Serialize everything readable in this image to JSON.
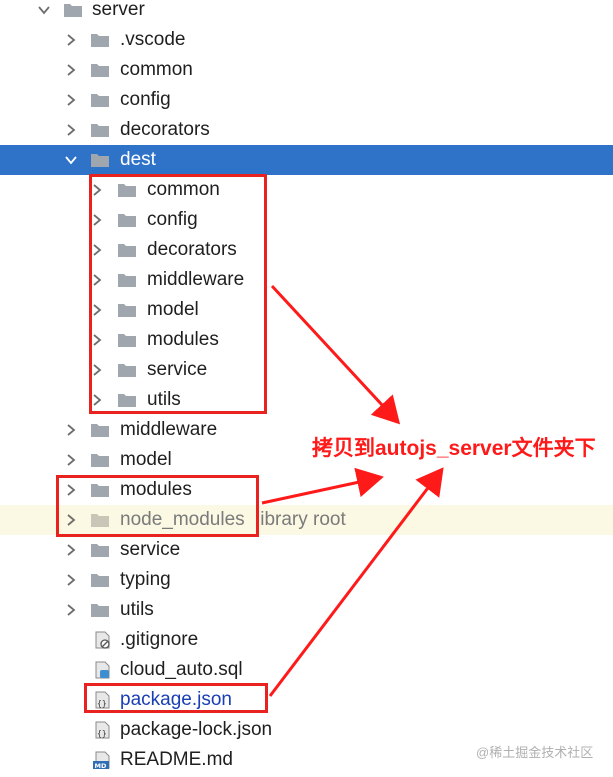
{
  "tree": [
    {
      "label": "server",
      "kind": "folder",
      "expanded": true,
      "depth": 0
    },
    {
      "label": ".vscode",
      "kind": "folder",
      "expanded": false,
      "depth": 1
    },
    {
      "label": "common",
      "kind": "folder",
      "expanded": false,
      "depth": 1
    },
    {
      "label": "config",
      "kind": "folder",
      "expanded": false,
      "depth": 1
    },
    {
      "label": "decorators",
      "kind": "folder",
      "expanded": false,
      "depth": 1
    },
    {
      "label": "dest",
      "kind": "folder",
      "expanded": true,
      "depth": 1,
      "selected": true
    },
    {
      "label": "common",
      "kind": "folder",
      "expanded": false,
      "depth": 2
    },
    {
      "label": "config",
      "kind": "folder",
      "expanded": false,
      "depth": 2
    },
    {
      "label": "decorators",
      "kind": "folder",
      "expanded": false,
      "depth": 2
    },
    {
      "label": "middleware",
      "kind": "folder",
      "expanded": false,
      "depth": 2
    },
    {
      "label": "model",
      "kind": "folder",
      "expanded": false,
      "depth": 2
    },
    {
      "label": "modules",
      "kind": "folder",
      "expanded": false,
      "depth": 2
    },
    {
      "label": "service",
      "kind": "folder",
      "expanded": false,
      "depth": 2
    },
    {
      "label": "utils",
      "kind": "folder",
      "expanded": false,
      "depth": 2
    },
    {
      "label": "middleware",
      "kind": "folder",
      "expanded": false,
      "depth": 1
    },
    {
      "label": "model",
      "kind": "folder",
      "expanded": false,
      "depth": 1
    },
    {
      "label": "modules",
      "kind": "folder",
      "expanded": false,
      "depth": 1
    },
    {
      "label": "node_modules",
      "kind": "folder",
      "expanded": false,
      "depth": 1,
      "excluded": true,
      "hint": "library root"
    },
    {
      "label": "service",
      "kind": "folder",
      "expanded": false,
      "depth": 1
    },
    {
      "label": "typing",
      "kind": "folder",
      "expanded": false,
      "depth": 1
    },
    {
      "label": "utils",
      "kind": "folder",
      "expanded": false,
      "depth": 1
    },
    {
      "label": ".gitignore",
      "kind": "gitignore-file",
      "depth": 1
    },
    {
      "label": "cloud_auto.sql",
      "kind": "sql-file",
      "depth": 1
    },
    {
      "label": "package.json",
      "kind": "json-file",
      "depth": 1,
      "link": true
    },
    {
      "label": "package-lock.json",
      "kind": "json-file",
      "depth": 1
    },
    {
      "label": "README.md",
      "kind": "md-file",
      "depth": 1
    }
  ],
  "annotation": "拷贝到autojs_server文件夹下",
  "watermark": "@稀土掘金技术社区",
  "colors": {
    "selection": "#2f73c9",
    "excluded_bg": "#fbf8e3",
    "annotation": "#ff1a1a",
    "folder": "#a0a6ad"
  }
}
